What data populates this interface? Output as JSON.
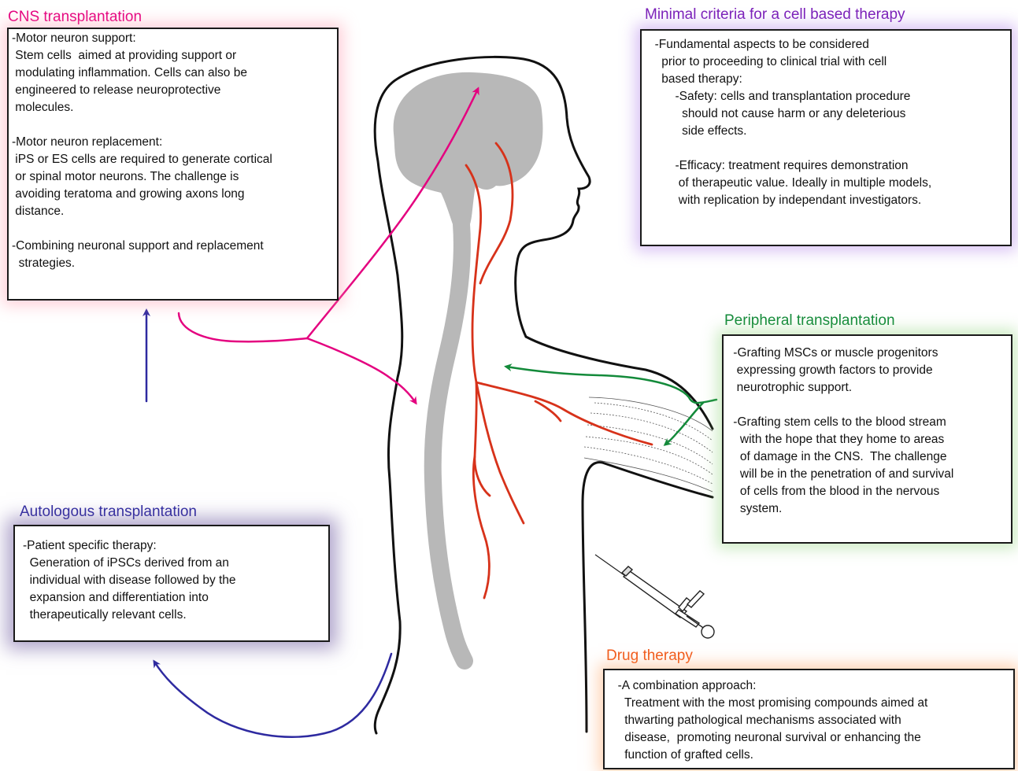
{
  "colors": {
    "cns": "#e4007f",
    "criteria": "#7a1fb8",
    "peripheral": "#138a3a",
    "autologous": "#2e2aa0",
    "drug": "#f05a1a",
    "nerve": "#d7321a",
    "spine": "#b8b8b8",
    "outline": "#111111"
  },
  "icons": [
    "syringe-icon"
  ],
  "cns": {
    "title": "CNS transplantation",
    "lines": [
      "-Motor neuron support:",
      " Stem cells  aimed at providing support or",
      " modulating inflammation. Cells can also be",
      " engineered to release neuroprotective",
      " molecules.",
      "",
      "-Motor neuron replacement:",
      " iPS or ES cells are required to generate cortical",
      " or spinal motor neurons. The challenge is",
      " avoiding teratoma and growing axons long",
      " distance.",
      "",
      "-Combining neuronal support and replacement",
      "  strategies."
    ]
  },
  "criteria": {
    "title": "Minimal criteria for a cell based therapy",
    "lines": [
      "  -Fundamental aspects to be considered",
      "    prior to proceeding to clinical trial with cell",
      "    based therapy:",
      "        -Safety: cells and transplantation procedure",
      "          should not cause harm or any deleterious",
      "          side effects.",
      "",
      "        -Efficacy: treatment requires demonstration",
      "         of therapeutic value. Ideally in multiple models,",
      "         with replication by independant investigators."
    ]
  },
  "peripheral": {
    "title": "Peripheral transplantation",
    "lines": [
      " -Grafting MSCs or muscle progenitors",
      "  expressing growth factors to provide",
      "  neurotrophic support.",
      "",
      " -Grafting stem cells to the blood stream",
      "   with the hope that they home to areas",
      "   of damage in the CNS.  The challenge",
      "   will be in the penetration of and survival",
      "   of cells from the blood in the nervous",
      "   system."
    ]
  },
  "autologous": {
    "title": "Autologous transplantation",
    "lines": [
      "-Patient specific therapy:",
      "  Generation of iPSCs derived from an",
      "  individual with disease followed by the",
      "  expansion and differentiation into",
      "  therapeutically relevant cells."
    ]
  },
  "drug": {
    "title": "Drug therapy",
    "lines": [
      "  -A combination approach:",
      "    Treatment with the most promising compounds aimed at",
      "    thwarting pathological mechanisms associated with",
      "    disease,  promoting neuronal survival or enhancing the",
      "    function of grafted cells."
    ]
  }
}
